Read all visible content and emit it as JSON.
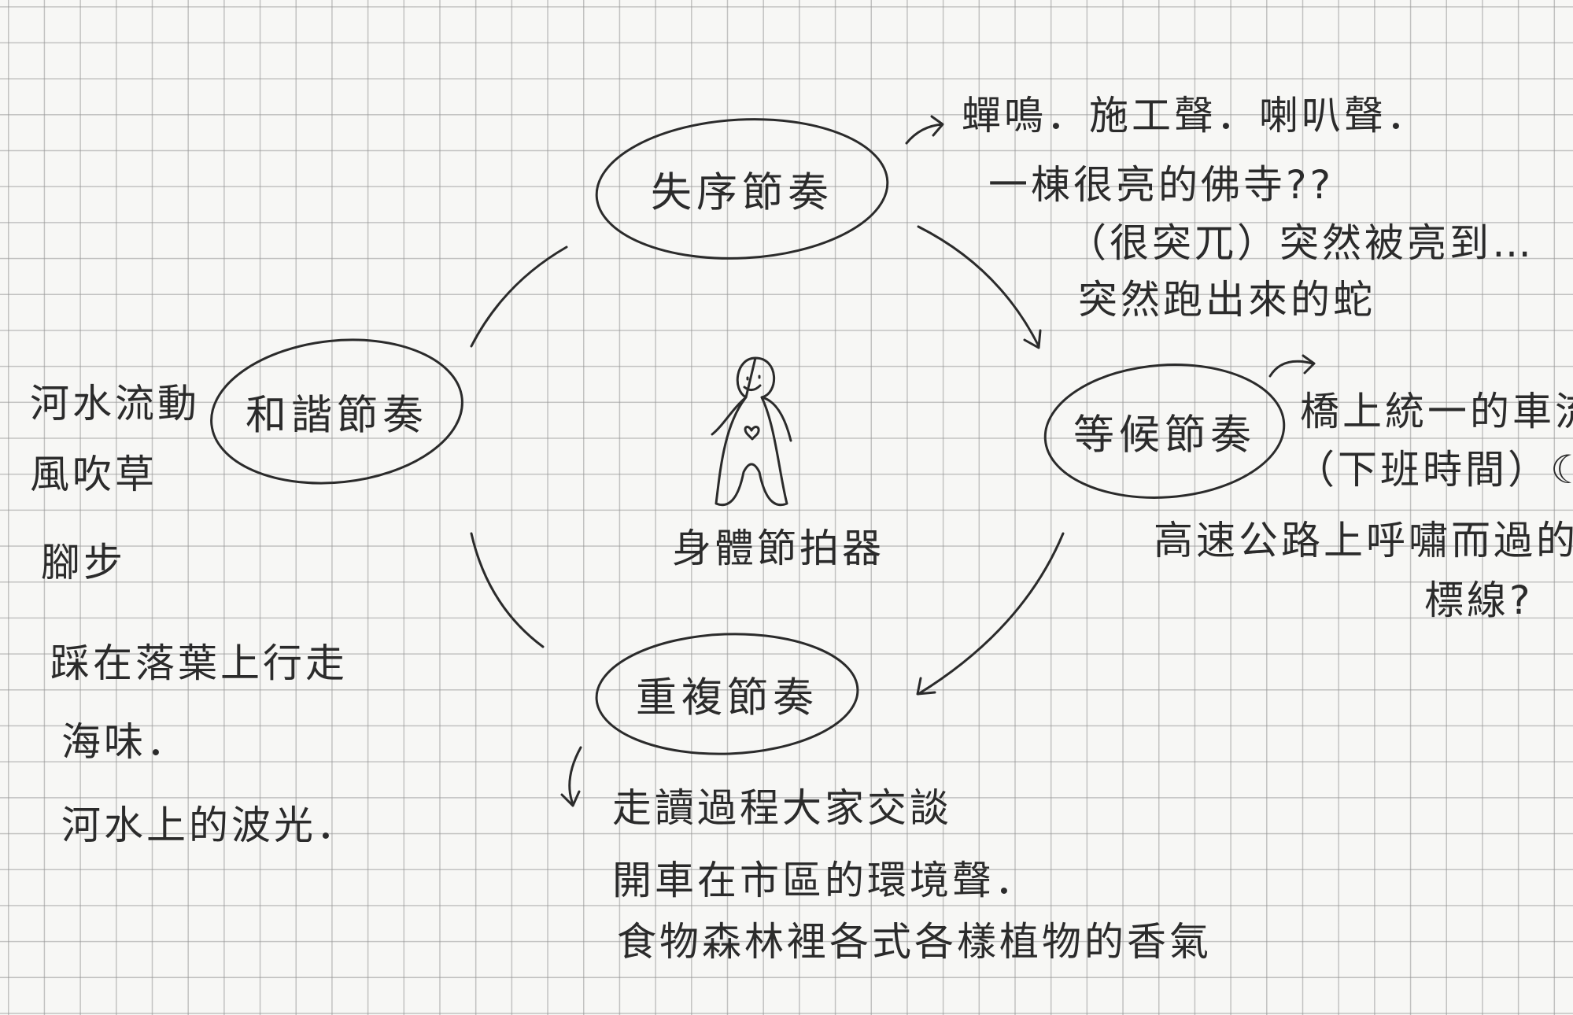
{
  "center": {
    "label": "身體節拍器"
  },
  "nodes": {
    "disorder": {
      "label": "失序節奏",
      "notes": [
        "蟬鳴．施工聲．喇叭聲．",
        "一棟很亮的佛寺??",
        "（很突兀）突然被亮到…",
        "突然跑出來的蛇"
      ]
    },
    "waiting": {
      "label": "等候節奏",
      "notes": [
        "橋上統一的車流?",
        "（下班時間）☾",
        "高速公路上呼嘯而過的",
        "標線?"
      ]
    },
    "repeat": {
      "label": "重複節奏",
      "notes": [
        "走讀過程大家交談",
        "開車在市區的環境聲．",
        "食物森林裡各式各樣植物的香氣"
      ]
    },
    "harmony": {
      "label": "和諧節奏",
      "notes": [
        "河水流動",
        "風吹草",
        "腳步",
        "踩在落葉上行走",
        "海味．",
        "河水上的波光．"
      ]
    }
  },
  "colors": {
    "ink": "#2b2b2b",
    "paper": "#f7f7f5",
    "grid": "#969696"
  }
}
